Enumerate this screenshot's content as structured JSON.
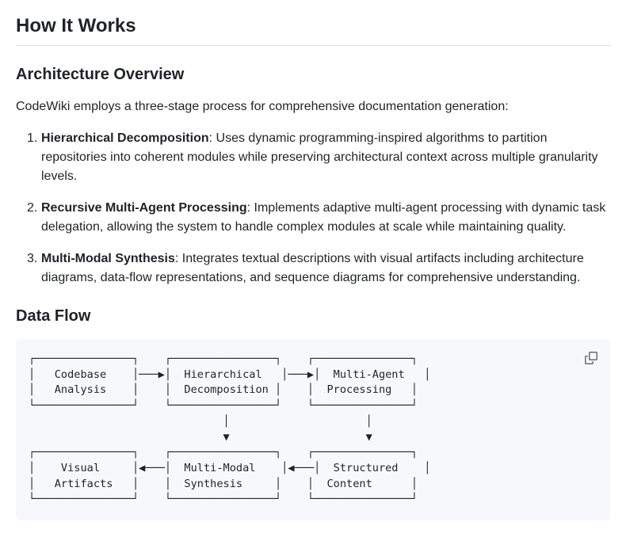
{
  "page": {
    "title": "How It Works"
  },
  "sections": {
    "architecture": {
      "heading": "Architecture Overview",
      "intro": "CodeWiki employs a three-stage process for comprehensive documentation generation:",
      "steps": [
        {
          "number": "1.",
          "term": "Hierarchical Decomposition",
          "description": ": Uses dynamic programming-inspired algorithms to partition repositories into coherent modules while preserving architectural context across multiple granularity levels."
        },
        {
          "number": "2.",
          "term": "Recursive Multi-Agent Processing",
          "description": ": Implements adaptive multi-agent processing with dynamic task delegation, allowing the system to handle complex modules at scale while maintaining quality."
        },
        {
          "number": "3.",
          "term": "Multi-Modal Synthesis",
          "description": ": Integrates textual descriptions with visual artifacts including architecture diagrams, data-flow representations, and sequence diagrams for comprehensive understanding."
        }
      ]
    },
    "data_flow": {
      "heading": "Data Flow",
      "copy_icon": "copy-icon",
      "diagram_nodes": [
        "Codebase Analysis",
        "Hierarchical Decomposition",
        "Multi-Agent Processing",
        "Visual Artifacts",
        "Multi-Modal Synthesis",
        "Structured Content"
      ],
      "ascii_diagram": "┌───────────────┐    ┌────────────────┐    ┌───────────────┐\n│   Codebase    │───▶│  Hierarchical   │───▶│  Multi-Agent   │\n│   Analysis    │    │  Decomposition │    │  Processing   │\n└───────────────┘    └────────────────┘    └───────────────┘\n                              │                     │\n                              ▼                     ▼\n┌───────────────┐    ┌────────────────┐    ┌───────────────┐\n│    Visual     │◀───│  Multi-Modal    │◀───│  Structured    │\n│   Artifacts   │    │  Synthesis     │    │  Content      │\n└───────────────┘    └────────────────┘    └───────────────┘"
    }
  },
  "colors": {
    "page_bg": "#ffffff",
    "text": "#1f2328",
    "heading_border": "#d8dee4",
    "code_block_bg": "#f6f8fa",
    "copy_icon": "#656d76"
  }
}
